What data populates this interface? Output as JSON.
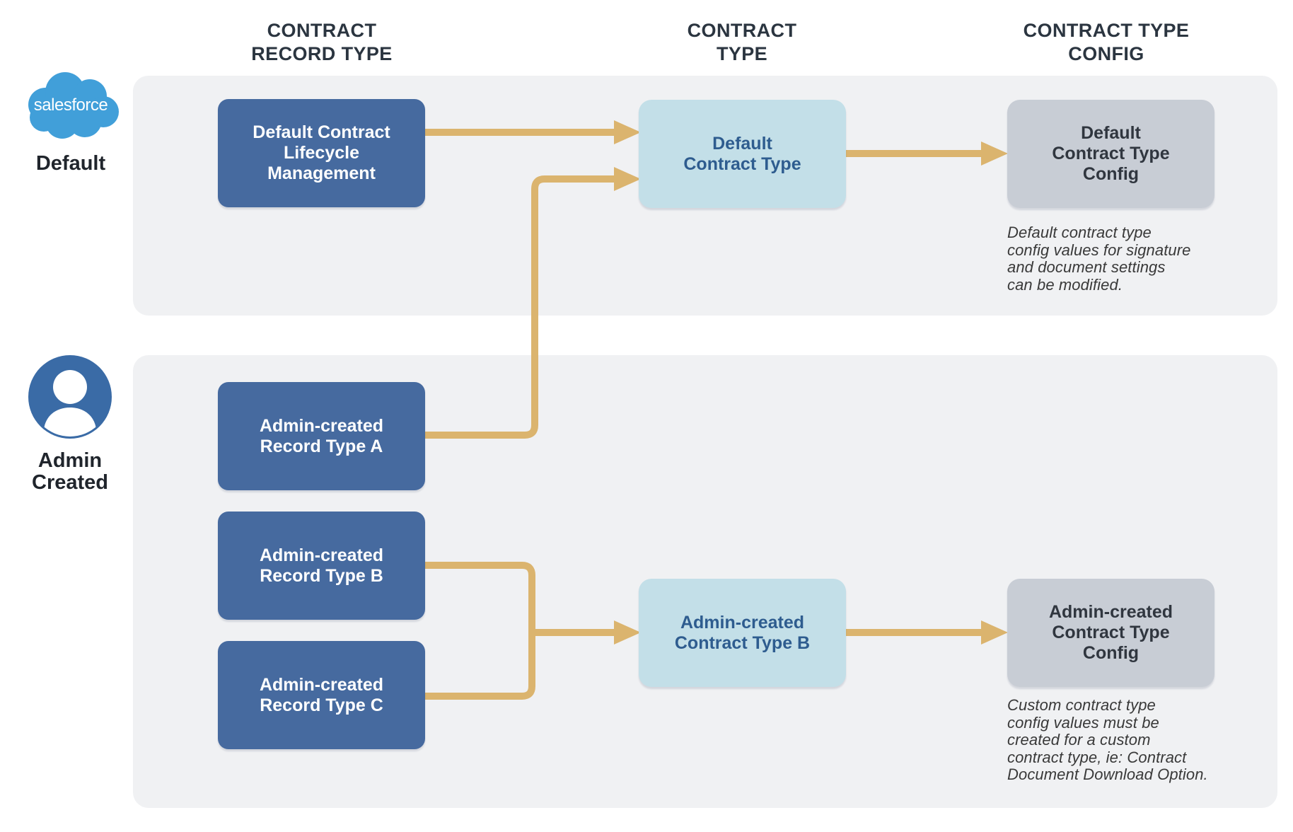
{
  "columns": [
    {
      "id": "contract-record-type",
      "label": "CONTRACT\nRECORD TYPE"
    },
    {
      "id": "contract-type",
      "label": "CONTRACT\nTYPE"
    },
    {
      "id": "contract-type-config",
      "label": "CONTRACT TYPE\nCONFIG"
    }
  ],
  "legend": {
    "default": {
      "logo_text": "salesforce",
      "label": "Default"
    },
    "admin": {
      "label": "Admin\nCreated"
    }
  },
  "default_flow": {
    "record_type": "Default Contract\nLifecycle\nManagement",
    "contract_type": "Default\nContract Type",
    "config": "Default\nContract Type\nConfig",
    "note": "Default contract type\nconfig values for signature\nand document settings\ncan be modified."
  },
  "admin_flow": {
    "record_types": [
      "Admin-created\nRecord Type A",
      "Admin-created\nRecord Type B",
      "Admin-created\nRecord Type C"
    ],
    "contract_type": "Admin-created\nContract Type B",
    "config": "Admin-created\nContract Type\nConfig",
    "note": "Custom contract type\nconfig values must be\ncreated for a custom\ncontract type, ie: Contract\nDocument Download Option."
  },
  "colors": {
    "record_type_box": "#466A9F",
    "contract_type_box": "#C3DFE8",
    "config_box": "#C8CDD5",
    "arrow": "#DBB46E",
    "panel_background": "#F0F1F3",
    "salesforce_cloud_blue": "#419FD9",
    "person_icon_blue": "#3A6BA6",
    "header_text": "#2B3540"
  }
}
